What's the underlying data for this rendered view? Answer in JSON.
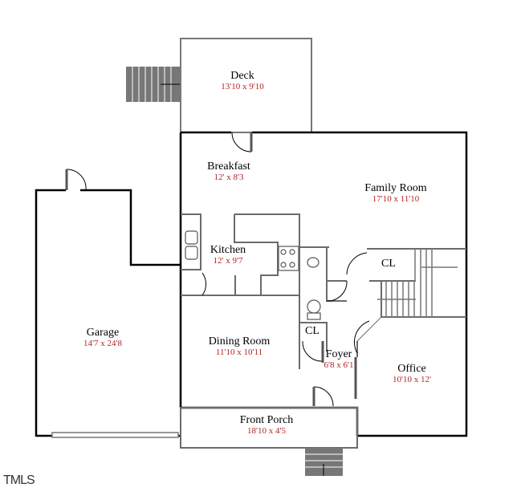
{
  "rooms": [
    {
      "name": "Deck",
      "dims": "13'10 x 9'10"
    },
    {
      "name": "Breakfast",
      "dims": "12' x 8'3"
    },
    {
      "name": "Family Room",
      "dims": "17'10 x 11'10"
    },
    {
      "name": "Kitchen",
      "dims": "12' x 9'7"
    },
    {
      "name": "Garage",
      "dims": "14'7 x 24'8"
    },
    {
      "name": "Dining Room",
      "dims": "11'10 x 10'11"
    },
    {
      "name": "Foyer",
      "dims": "6'8 x 6'1"
    },
    {
      "name": "Office",
      "dims": "10'10 x 12'"
    },
    {
      "name": "Front Porch",
      "dims": "18'10 x 4'5"
    }
  ],
  "closets": [
    "CL",
    "CL"
  ],
  "watermark": "TMLS",
  "colors": {
    "wall": "#000000",
    "interior": "#6b6b6b",
    "dims": "#b22222"
  }
}
